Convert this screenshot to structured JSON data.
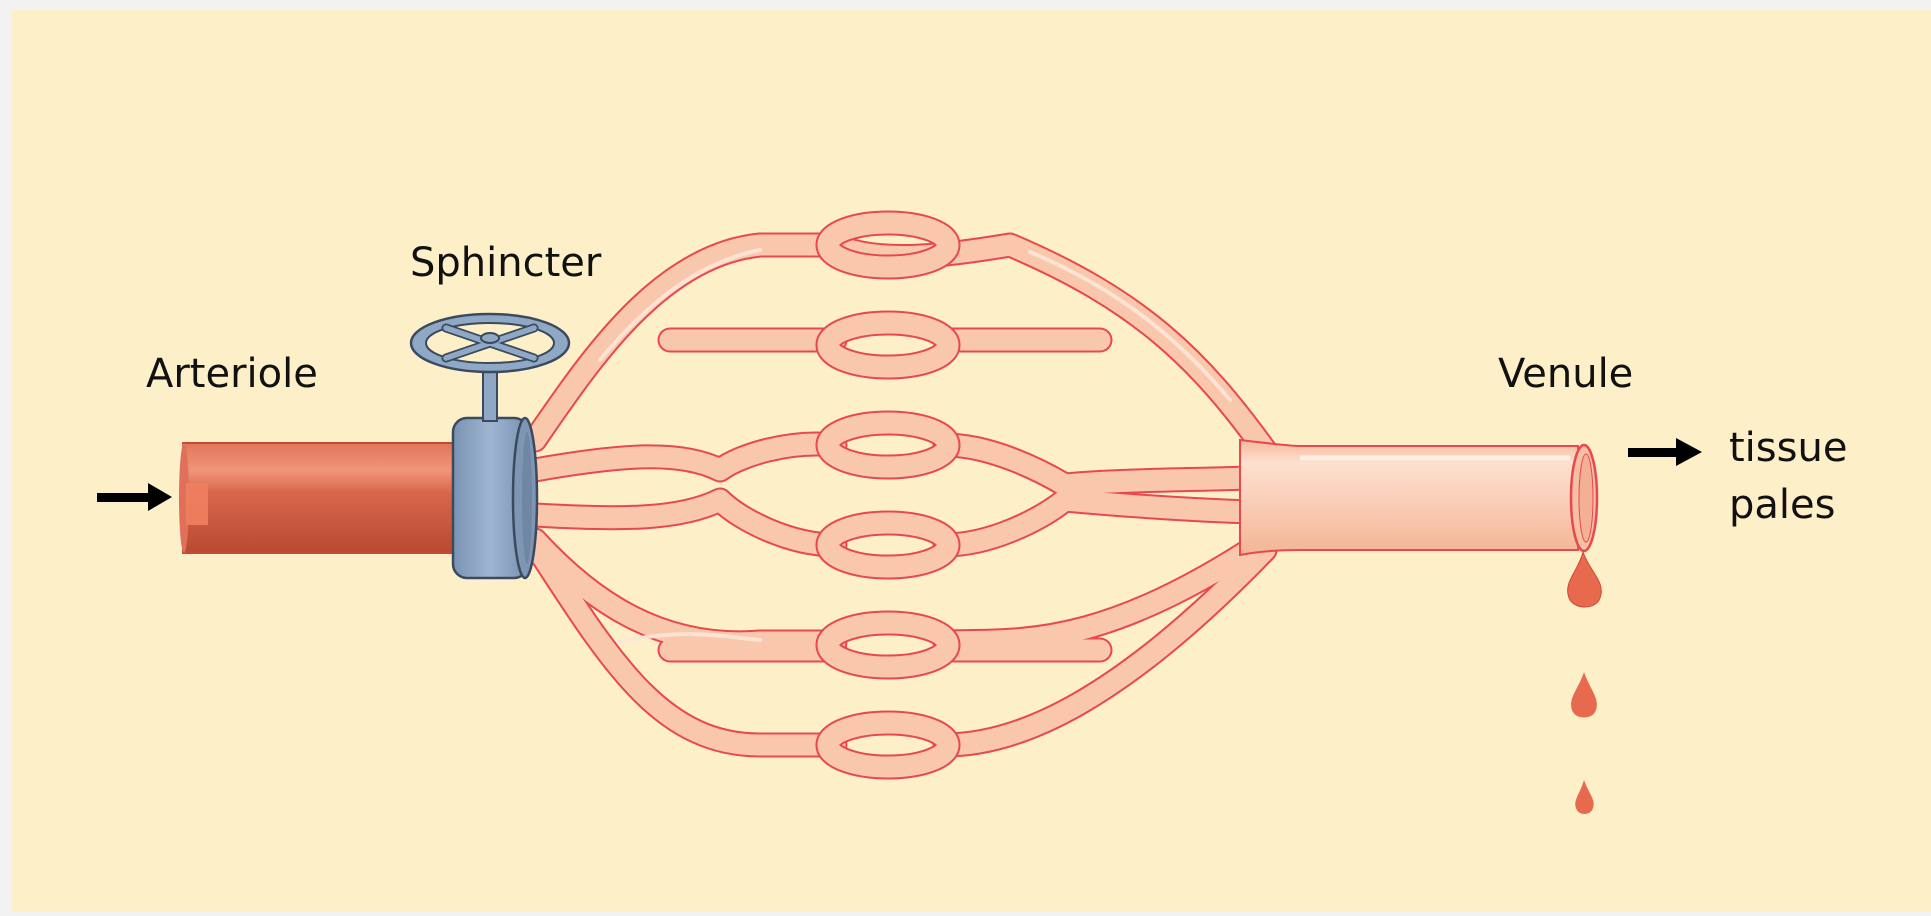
{
  "labels": {
    "arteriole": "Arteriole",
    "sphincter": "Sphincter",
    "venule": "Venule",
    "outcome_line1": "tissue",
    "outcome_line2": "pales"
  },
  "colors": {
    "panel_bg": "#fdefc8",
    "page_bg": "#f2f2f2",
    "arteriole_fill": "#d8674a",
    "arteriole_highlight": "#ef8a6b",
    "capillary_fill": "#f9c7ab",
    "capillary_outline": "#e8484e",
    "sphincter_fill": "#8fa8c6",
    "sphincter_outline": "#3b4a5e",
    "drop_fill": "#e86a4e",
    "arrow": "#000000"
  },
  "icons": {
    "inflow": "arrow-right-icon",
    "outflow": "arrow-right-icon",
    "valve": "valve-handwheel-icon",
    "drops": "blood-drop-icon"
  }
}
